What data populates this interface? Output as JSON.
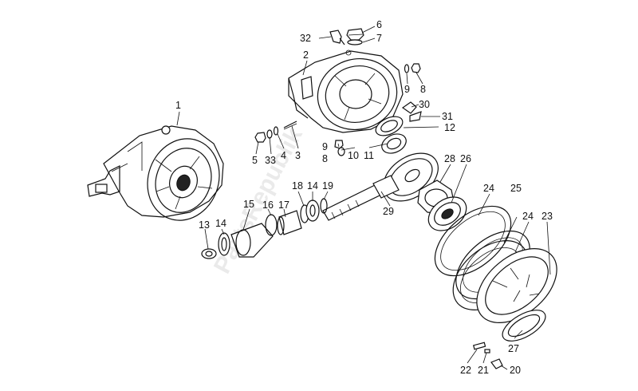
{
  "watermark": "PartsRepublik",
  "labels": [
    "1",
    "2",
    "3",
    "4",
    "5",
    "6",
    "7",
    "8",
    "8",
    "9",
    "9",
    "10",
    "11",
    "12",
    "13",
    "14",
    "14",
    "15",
    "16",
    "17",
    "18",
    "19",
    "20",
    "21",
    "22",
    "23",
    "24",
    "24",
    "25",
    "26",
    "27",
    "28",
    "29",
    "30",
    "31",
    "32",
    "33"
  ]
}
